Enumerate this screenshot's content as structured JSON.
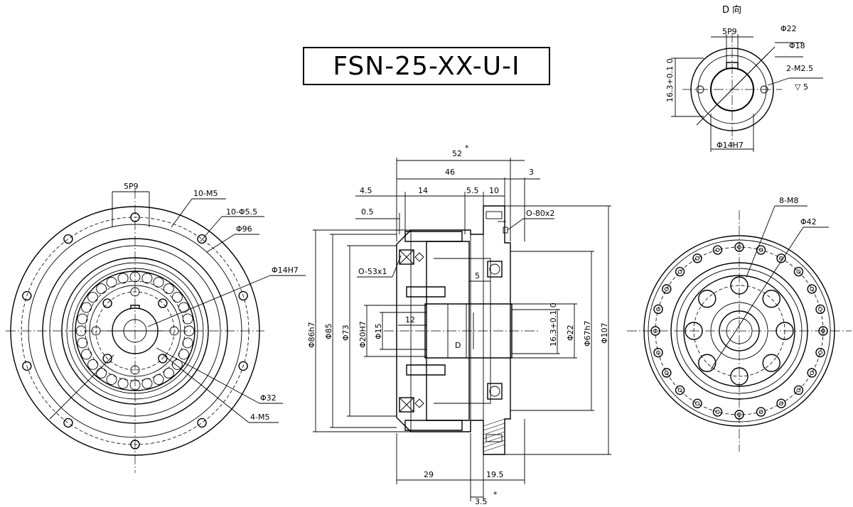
{
  "title": "FSN-25-XX-U-I",
  "view_d_label": "D 向",
  "left_view": {
    "labels": [
      "5P9",
      "10-M5",
      "10-Φ5.5",
      "Φ96",
      "Φ14H7",
      "Φ32",
      "4-M5"
    ]
  },
  "section_view": {
    "top_dims": [
      "52",
      "46",
      "3",
      "4.5",
      "14",
      "5.5",
      "10",
      "0.5"
    ],
    "top_star": "*",
    "notes": [
      "O-80x2",
      "O-53x1",
      "5",
      "12",
      "D"
    ],
    "vertical_dims": [
      "Φ86h7",
      "Φ85",
      "Φ73",
      "Φ20H7",
      "Φ15",
      "16.3+0.1 0",
      "Φ22",
      "Φ67h7",
      "Φ107"
    ],
    "bottom_dims": [
      "29",
      "19.5",
      "3.5"
    ],
    "bottom_star": "*"
  },
  "d_view": {
    "labels": [
      "5P9",
      "Φ22",
      "Φ18",
      "2-M2.5",
      "▽ 5",
      "16.3+0.1 0",
      "Φ14H7"
    ]
  },
  "right_view": {
    "labels": [
      "8-M8",
      "Φ42"
    ]
  },
  "icons": {
    "depth_symbol": "thread-depth-icon"
  }
}
